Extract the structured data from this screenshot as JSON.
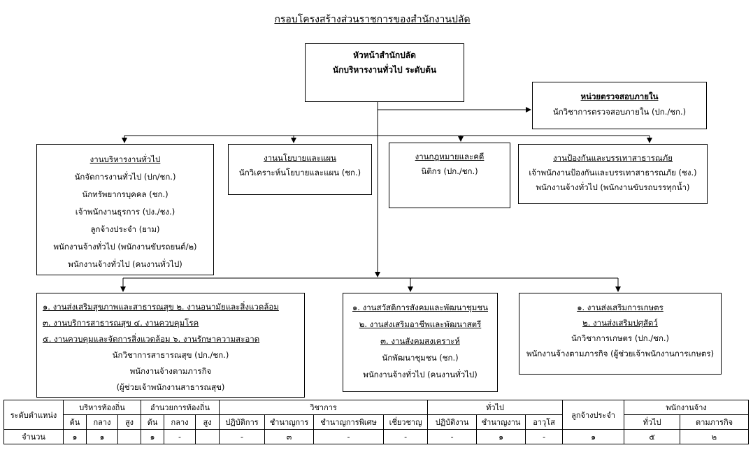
{
  "title": "กรอบโครงสร้างส่วนราชการของสำนักงานปลัด",
  "head": {
    "line1": "หัวหน้าสำนักปลัด",
    "line2": "นักบริหารงานทั่วไป ระดับต้น"
  },
  "audit": {
    "heading": "หน่วยตรวจสอบภายใน",
    "staff": [
      "นักวิชาการตรวจสอบภายใน (ปก./ชก.)"
    ]
  },
  "admin": {
    "heading": "งานบริหารงานทั่วไป",
    "staff": [
      "นักจัดการงานทั่วไป (ปก/ชก.)",
      "นักทรัพยากรบุคคล (ชก.)",
      "เจ้าพนักงานธุรการ (ปง./ชง.)",
      "ลูกจ้างประจำ (ยาม)",
      "พนักงานจ้างทั่วไป (พนักงานขับรถยนต์/๒)",
      "พนักงานจ้างทั่วไป (คนงานทั่วไป)"
    ]
  },
  "policy": {
    "heading": "งานนโยบายและแผน",
    "staff": [
      "นักวิเคราะห์นโยบายและแผน (ชก.)"
    ]
  },
  "law": {
    "heading": "งานกฎหมายและคดี",
    "staff": [
      "นิติกร (ปก./ชก.)"
    ]
  },
  "disaster": {
    "heading": "งานป้องกันและบรรเทาสาธารณภัย",
    "staff": [
      "เจ้าพนักงานป้องกันและบรรเทาสาธารณภัย (ชง.)",
      "พนักงานจ้างทั่วไป (พนักงานขับรถบรรทุกน้ำ)"
    ]
  },
  "health": {
    "units": [
      "๑. งานส่งเสริมสุขภาพและสาธารณสุข ๒. งานอนามัยและสิ่งแวดล้อม",
      "๓. งานบริการสาธารณสุข  ๔. งานควบคุมโรค",
      "๕. งานควบคุมและจัดการสิ่งแวดล้อม  ๖. งานรักษาความสะอาด"
    ],
    "staff": [
      "นักวิชาการสาธารณสุข (ปก./ชก.)",
      "พนักงานจ้างตามภารกิจ",
      "(ผู้ช่วยเจ้าพนักงานสาธารณสุข)"
    ]
  },
  "social": {
    "units": [
      "๑. งานสวัสดิการสังคมและพัฒนาชุมชน",
      "๒. งานส่งเสริมอาชีพและพัฒนาสตรี",
      "๓. งานสังคมสงเคราะห์"
    ],
    "staff": [
      "นักพัฒนาชุมชน (ชก.)",
      "พนักงานจ้างทั่วไป (คนงานทั่วไป)"
    ]
  },
  "agri": {
    "units": [
      "๑. งานส่งเสริมการเกษตร",
      "๒. งานส่งเสริมปศุสัตว์"
    ],
    "staff": [
      "นักวิชาการเกษตร (ปก./ชก.)",
      "พนักงานจ้างตามภารกิจ (ผู้ช่วยเจ้าพนักงานการเกษตร)"
    ]
  },
  "table": {
    "row_label": "ระดับตำแหน่ง",
    "count_label": "จำนวน",
    "groups": {
      "local_admin": "บริหารท้องถิ่น",
      "local_director": "อำนวยการท้องถิ่น",
      "academic": "วิชาการ",
      "general": "ทั่วไป",
      "permanent": "ลูกจ้างประจำ",
      "employee": "พนักงานจ้าง"
    },
    "sub": {
      "a1": "ต้น",
      "a2": "กลาง",
      "a3": "สูง",
      "d1": "ต้น",
      "d2": "กลาง",
      "d3": "สูง",
      "c1": "ปฏิบัติการ",
      "c2": "ชำนาญการ",
      "c3": "ชำนาญการพิเศษ",
      "c4": "เชี่ยวชาญ",
      "g1": "ปฏิบัติงาน",
      "g2": "ชำนาญงาน",
      "g3": "อาวุโส",
      "e1": "ทั่วไป",
      "e2": "ตามภารกิจ"
    },
    "counts": {
      "a1": "๑",
      "a2": "๑",
      "a3": "",
      "d1": "๑",
      "d2": "-",
      "d3": "",
      "c1": "-",
      "c2": "๓",
      "c3": "-",
      "c4": "-",
      "g1": "-",
      "g2": "๑",
      "g3": "-",
      "perm": "๑",
      "e1": "๕",
      "e2": "๒"
    }
  }
}
